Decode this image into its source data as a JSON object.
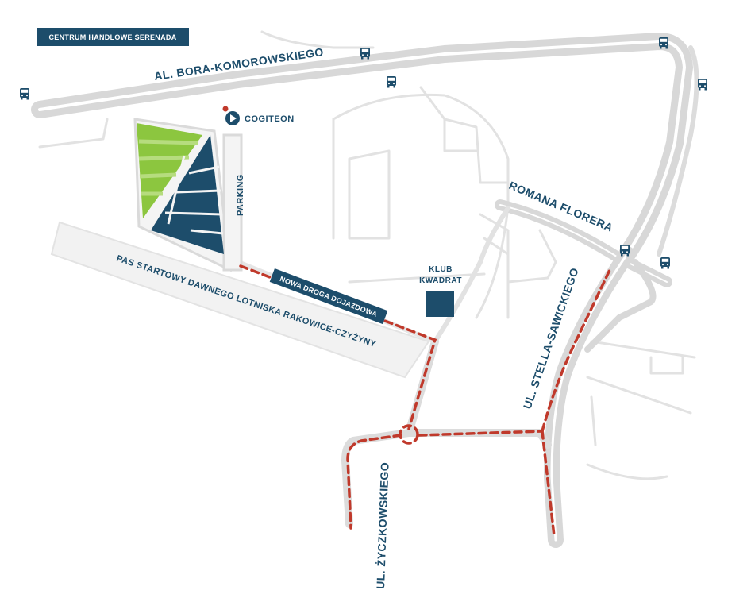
{
  "labels": {
    "mall": "CENTRUM HANDLOWE SERENADA",
    "avenue": "AL. BORA-KOMOROWSKIEGO",
    "brand": "COGITEON",
    "parking": "PARKING",
    "new_road": "NOWA DROGA DOJAZDOWA",
    "runway": "PAS STARTOWY DAWNEGO LOTNISKA RAKOWICE-CZYŻYNY",
    "club_line1": "KLUB",
    "club_line2": "KWADRAT",
    "florera": "ROMANA FLORERA",
    "stella": "UL. STELLA-SAWICKIEGO",
    "zyczkowskiego": "UL. ŻYCZKOWSKIEGO"
  },
  "icons": {
    "bus": "bus-stop-icon",
    "brand": "cogiteon-logo-icon"
  },
  "colors": {
    "road": "#dcdcdc",
    "road_fill": "#e8e8e8",
    "label": "#1d4d6b",
    "building": "#1d4d6b",
    "green": "#8cc63f",
    "route": "#c0392b",
    "brand_dot": "#c0392b"
  }
}
